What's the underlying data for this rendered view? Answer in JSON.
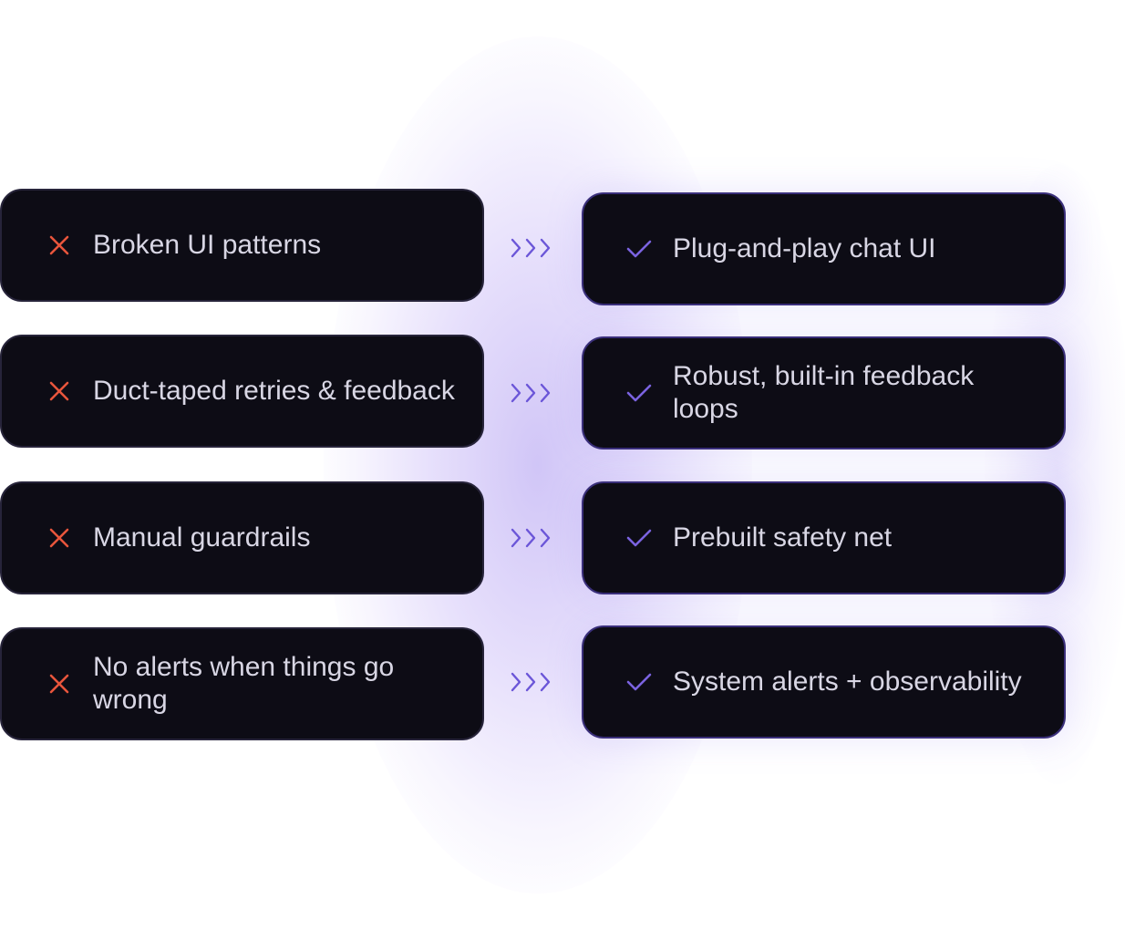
{
  "colors": {
    "card_bg": "#0d0c15",
    "cross": "#e8553c",
    "check": "#7b63e0",
    "arrow": "#6b56d8",
    "text": "#d8d6e4"
  },
  "rows": [
    {
      "before": "Broken UI patterns",
      "after": "Plug-and-play chat UI"
    },
    {
      "before": "Duct-taped retries & feedback",
      "after": "Robust, built-in feedback loops"
    },
    {
      "before": "Manual guardrails",
      "after": "Prebuilt safety net"
    },
    {
      "before": "No alerts when things go wrong",
      "after": "System alerts + observability"
    }
  ],
  "icons": {
    "before": "cross-icon",
    "transition": "triple-chevron-right-icon",
    "after": "check-icon"
  }
}
